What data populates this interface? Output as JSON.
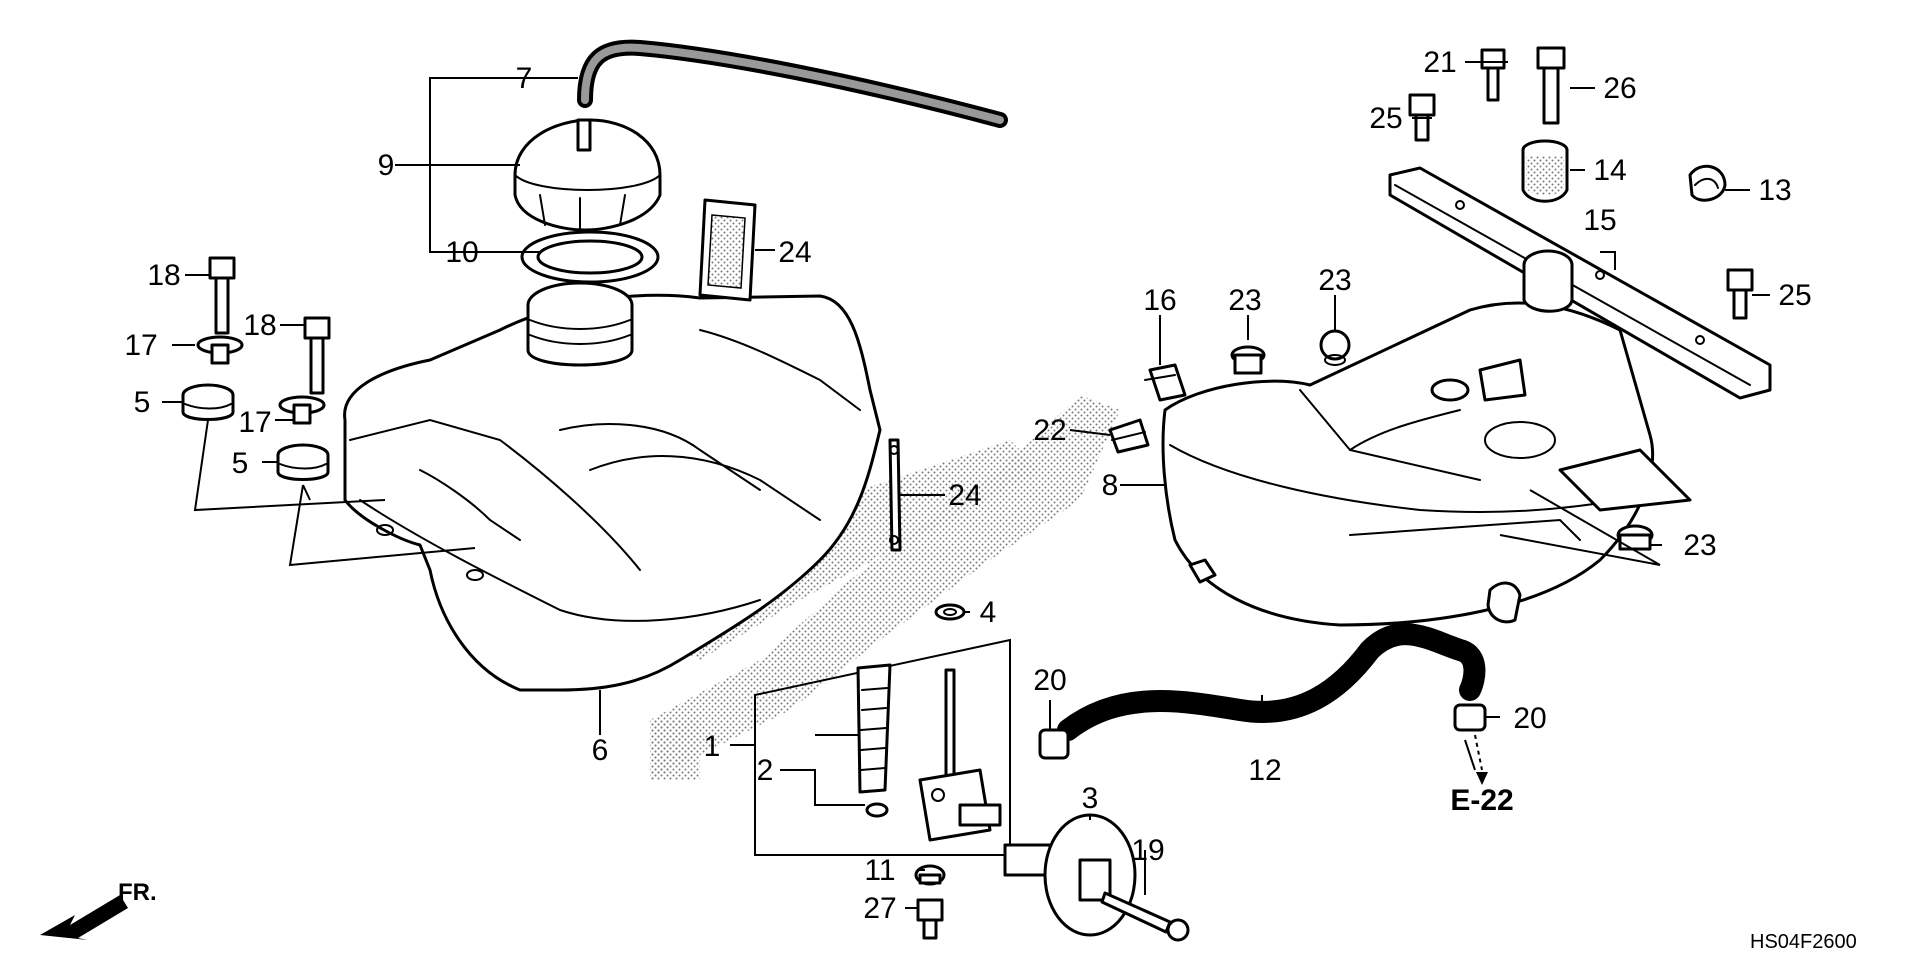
{
  "diagram_code": "HS04F2600",
  "reference": "E-22",
  "direction_label": "FR.",
  "callouts": [
    {
      "id": "c7",
      "label": "7"
    },
    {
      "id": "c9",
      "label": "9"
    },
    {
      "id": "c10",
      "label": "10"
    },
    {
      "id": "c24a",
      "label": "24"
    },
    {
      "id": "c18a",
      "label": "18"
    },
    {
      "id": "c17a",
      "label": "17"
    },
    {
      "id": "c18b",
      "label": "18"
    },
    {
      "id": "c5a",
      "label": "5"
    },
    {
      "id": "c17b",
      "label": "17"
    },
    {
      "id": "c5b",
      "label": "5"
    },
    {
      "id": "c24b",
      "label": "24"
    },
    {
      "id": "c6",
      "label": "6"
    },
    {
      "id": "c4",
      "label": "4"
    },
    {
      "id": "c1",
      "label": "1"
    },
    {
      "id": "c2",
      "label": "2"
    },
    {
      "id": "c20a",
      "label": "20"
    },
    {
      "id": "c3",
      "label": "3"
    },
    {
      "id": "c11",
      "label": "11"
    },
    {
      "id": "c27",
      "label": "27"
    },
    {
      "id": "c19",
      "label": "19"
    },
    {
      "id": "c12",
      "label": "12"
    },
    {
      "id": "c20b",
      "label": "20"
    },
    {
      "id": "c16",
      "label": "16"
    },
    {
      "id": "c23a",
      "label": "23"
    },
    {
      "id": "c23b",
      "label": "23"
    },
    {
      "id": "c22",
      "label": "22"
    },
    {
      "id": "c8",
      "label": "8"
    },
    {
      "id": "c23c",
      "label": "23"
    },
    {
      "id": "c21",
      "label": "21"
    },
    {
      "id": "c26",
      "label": "26"
    },
    {
      "id": "c25a",
      "label": "25"
    },
    {
      "id": "c14",
      "label": "14"
    },
    {
      "id": "c13",
      "label": "13"
    },
    {
      "id": "c15",
      "label": "15"
    },
    {
      "id": "c25b",
      "label": "25"
    }
  ]
}
